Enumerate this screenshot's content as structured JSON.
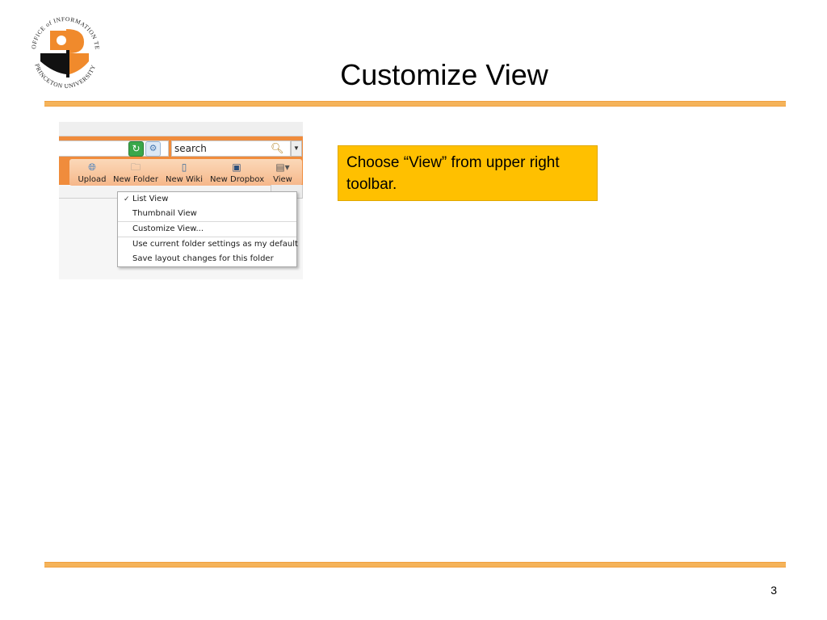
{
  "slide": {
    "title": "Customize View",
    "page_number": "3",
    "callout": "Choose “View” from upper right toolbar.",
    "logo_text_top": "OFFICE of INFORMATION TECHNOLOGY",
    "logo_text_bottom": "PRINCETON UNIVERSITY"
  },
  "screenshot": {
    "search": {
      "value": "search"
    },
    "toolbar": {
      "items": [
        {
          "label": "Upload",
          "icon": "globe-icon"
        },
        {
          "label": "New Folder",
          "icon": "new-folder-icon"
        },
        {
          "label": "New Wiki",
          "icon": "new-wiki-icon"
        },
        {
          "label": "New Dropbox",
          "icon": "new-dropbox-icon"
        },
        {
          "label": "View",
          "icon": "view-icon"
        }
      ]
    },
    "view_menu": {
      "items": [
        {
          "label": "List View",
          "checked": true
        },
        {
          "label": "Thumbnail View",
          "checked": false
        },
        {
          "label": "Customize View...",
          "checked": false
        },
        {
          "label": "Use current folder settings as my default",
          "checked": false
        },
        {
          "label": "Save layout changes for this folder",
          "checked": false
        }
      ]
    }
  },
  "colors": {
    "accent_orange": "#f08c3c",
    "callout_bg": "#ffc000",
    "rule": "#f5b35a"
  }
}
